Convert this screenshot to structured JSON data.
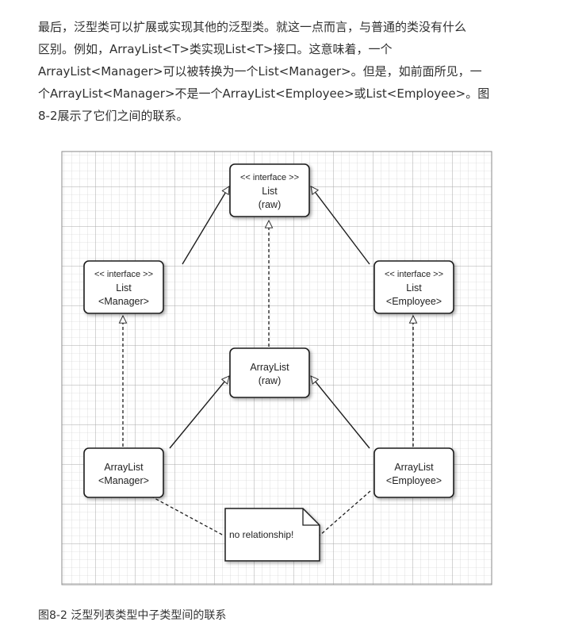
{
  "text": {
    "lines": [
      "最后，泛型类可以扩展或实现其他的泛型类。就这一点而言，与普通的类没有什么",
      "区别。例如，ArrayList<T>类实现List<T>接口。这意味着，一个",
      "ArrayList<Manager>可以被转换为一个List<Manager>。但是，如前面所见，一",
      "个ArrayList<Manager>不是一个ArrayList<Employee>或List<Employee>。图",
      "8-2展示了它们之间的联系。"
    ]
  },
  "figure": {
    "boxes": {
      "list_raw": {
        "stereotype": "<< interface >>",
        "line1": "List",
        "line2": "(raw)"
      },
      "list_manager": {
        "stereotype": "<< interface >>",
        "line1": "List",
        "line2": "<Manager>"
      },
      "list_employee": {
        "stereotype": "<< interface >>",
        "line1": "List",
        "line2": "<Employee>"
      },
      "arraylist_raw": {
        "line1": "ArrayList",
        "line2": "(raw)"
      },
      "arraylist_manager": {
        "line1": "ArrayList",
        "line2": "<Manager>"
      },
      "arraylist_employee": {
        "line1": "ArrayList",
        "line2": "<Employee>"
      }
    },
    "note": "no relationship!"
  },
  "caption": "图8-2 泛型列表类型中子类型间的联系"
}
